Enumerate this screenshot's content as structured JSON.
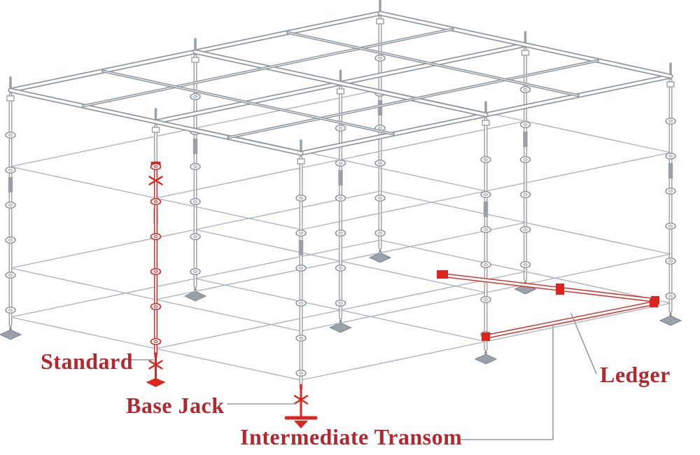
{
  "colors": {
    "part_red": "#dd2420",
    "label_red": "#b3282e",
    "line_gray": "#98a0a8",
    "ledger_gray": "#aeb4ba",
    "beam_gray": "#8f969d",
    "rosette_gray": "#8d949c",
    "leader_gray": "#9a9a9a"
  },
  "labels": {
    "standard": "Standard",
    "base_jack": "Base Jack",
    "intermediate_transom": "Intermediate Transom",
    "ledger": "Ledger"
  }
}
